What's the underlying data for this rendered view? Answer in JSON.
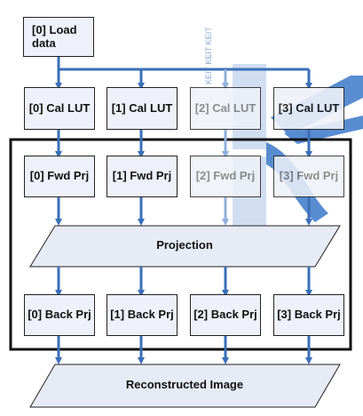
{
  "load": "[0] Load data",
  "cal": [
    "[0] Cal LUT",
    "[1] Cal LUT",
    "[2] Cal LUT",
    "[3] Cal LUT"
  ],
  "fwd": [
    "[0] Fwd Prj",
    "[1] Fwd Prj",
    "[2] Fwd Prj",
    "[3] Fwd Prj"
  ],
  "projection": "Projection",
  "back": [
    "[0] Back Prj",
    "[1] Back Prj",
    "[2] Back Prj",
    "[3] Back Prj"
  ],
  "recon": "Reconstructed Image",
  "watermark_text": "KEIT KEIT KEIT",
  "colors": {
    "arrow": "#3a6fb8",
    "arrow_light": "#8fb0dc",
    "box_fill": "#eef1f9",
    "parallelogram_fill": "#e6ebf6",
    "watermark": "#3b79c9"
  }
}
